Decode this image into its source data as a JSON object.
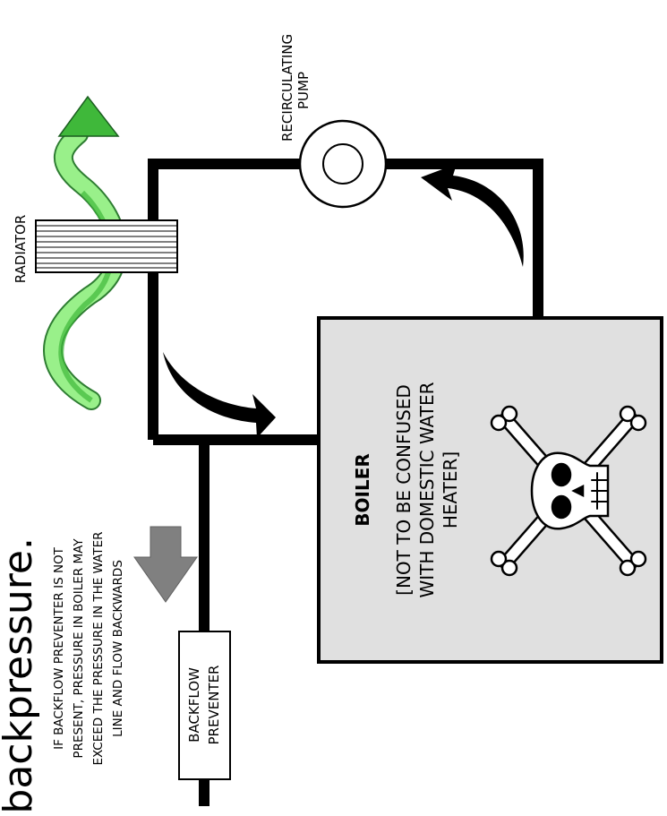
{
  "heading": "backpressure.",
  "labels": {
    "pump_line1": "RECIRCULATING",
    "pump_line2": "PUMP",
    "radiator": "RADIATOR",
    "boiler_title": "BOILER",
    "boiler_note_line1": "[NOT TO BE CONFUSED",
    "boiler_note_line2": "WITH DOMESTIC WATER",
    "boiler_note_line3": "HEATER]",
    "preventer_line1": "BACKFLOW",
    "preventer_line2": "PREVENTER",
    "warning_line1": "IF BACKFLOW PREVENTER IS NOT",
    "warning_line2": "PRESENT, PRESSURE IN BOILER MAY",
    "warning_line3": "EXCEED THE PRESSURE IN THE WATER",
    "warning_line4": "LINE AND FLOW BACKWARDS"
  },
  "colors": {
    "pipe": "#000000",
    "boiler_fill": "#e0e0e0",
    "heat_wave_light": "#99f08a",
    "heat_wave_dark": "#3fb83a",
    "backflow_arrow": "#808080"
  },
  "icons": {
    "hazard": "skull-and-crossbones-icon",
    "flow_arrow": "curved-arrow-icon"
  }
}
